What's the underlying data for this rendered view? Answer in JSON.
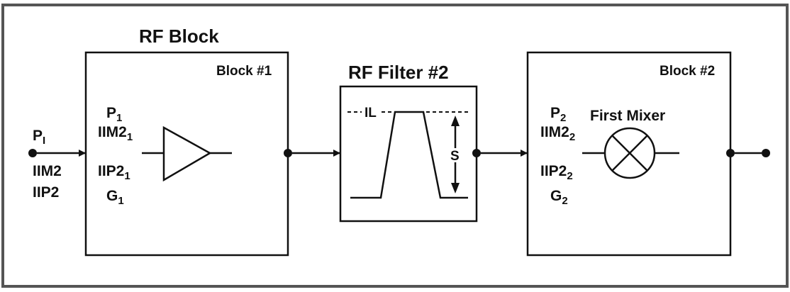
{
  "input": {
    "p_base": "P",
    "p_sub": "I",
    "iim2": "IIM2",
    "iip2": "IIP2"
  },
  "block1": {
    "title": "RF Block",
    "label": "Block #1",
    "p_base": "P",
    "p_sub": "1",
    "iim2_base": "IIM2",
    "iim2_sub": "1",
    "iip2_base": "IIP2",
    "iip2_sub": "1",
    "g_base": "G",
    "g_sub": "1"
  },
  "filter": {
    "title": "RF Filter #2",
    "il_label": "IL",
    "s_label": "S"
  },
  "block2": {
    "label": "Block #2",
    "mixer_label": "First Mixer",
    "p_base": "P",
    "p_sub": "2",
    "iim2_base": "IIM2",
    "iim2_sub": "2",
    "iip2_base": "IIP2",
    "iip2_sub": "2",
    "g_base": "G",
    "g_sub": "2"
  },
  "colors": {
    "ink": "#111111",
    "frame": "#555555",
    "background": "#ffffff"
  }
}
